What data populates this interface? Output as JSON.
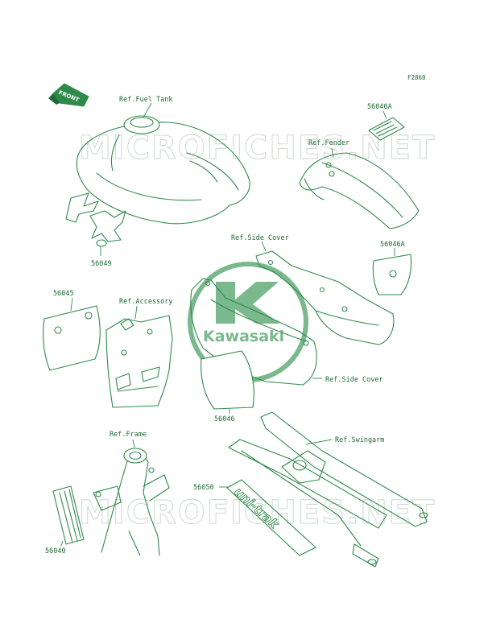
{
  "figure_code": "F2860",
  "front_badge": "FRONT",
  "watermark": "MICROFICHES.NET",
  "logo_text": "Kawasaki",
  "decal_text": "uni-trak",
  "labels": {
    "ref_fuel_tank": "Ref.Fuel Tank",
    "ref_fender": "Ref.Fender",
    "ref_side_cover_top": "Ref.Side Cover",
    "ref_side_cover_bottom": "Ref.Side Cover",
    "ref_accessory": "Ref.Accessory",
    "ref_frame": "Ref.Frame",
    "ref_swingarm": "Ref.Swingarm",
    "p56040A": "56040A",
    "p56046A": "56046A",
    "p56049": "56049",
    "p56045": "56045",
    "p56046": "56046",
    "p56050": "56050",
    "p56040": "56040"
  },
  "colors": {
    "line": "#2f8a4a",
    "text": "#1f6b35",
    "watermark": "#cfd8d2",
    "logo": "#7ab88d"
  }
}
